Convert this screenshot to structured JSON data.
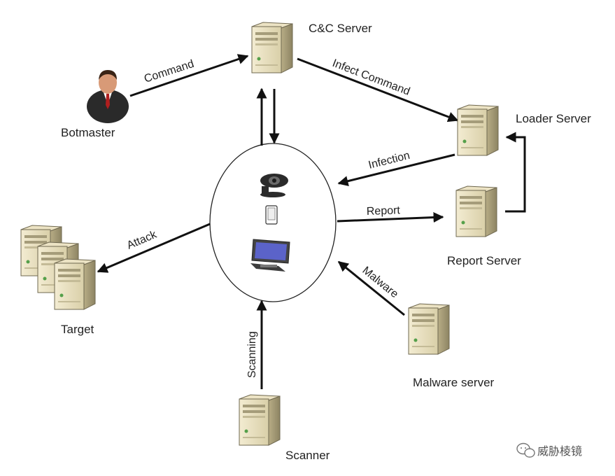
{
  "nodes": {
    "cc_server": "C&C Server",
    "botmaster": "Botmaster",
    "loader_server": "Loader Server",
    "report_server": "Report Server",
    "target": "Target",
    "malware_server": "Malware server",
    "scanner": "Scanner"
  },
  "edges": {
    "command": "Command",
    "infect_command": "Infect Command",
    "infection": "Infection",
    "report": "Report",
    "attack": "Attack",
    "malware": "Malware",
    "scanning": "Scanning"
  },
  "watermark": "威胁棱镜",
  "icons": {
    "server": "server-tower-icon",
    "person": "businessman-icon",
    "webcam": "webcam-icon",
    "phone": "mobile-device-icon",
    "computer": "desktop-computer-icon",
    "wechat": "wechat-logo-icon"
  }
}
